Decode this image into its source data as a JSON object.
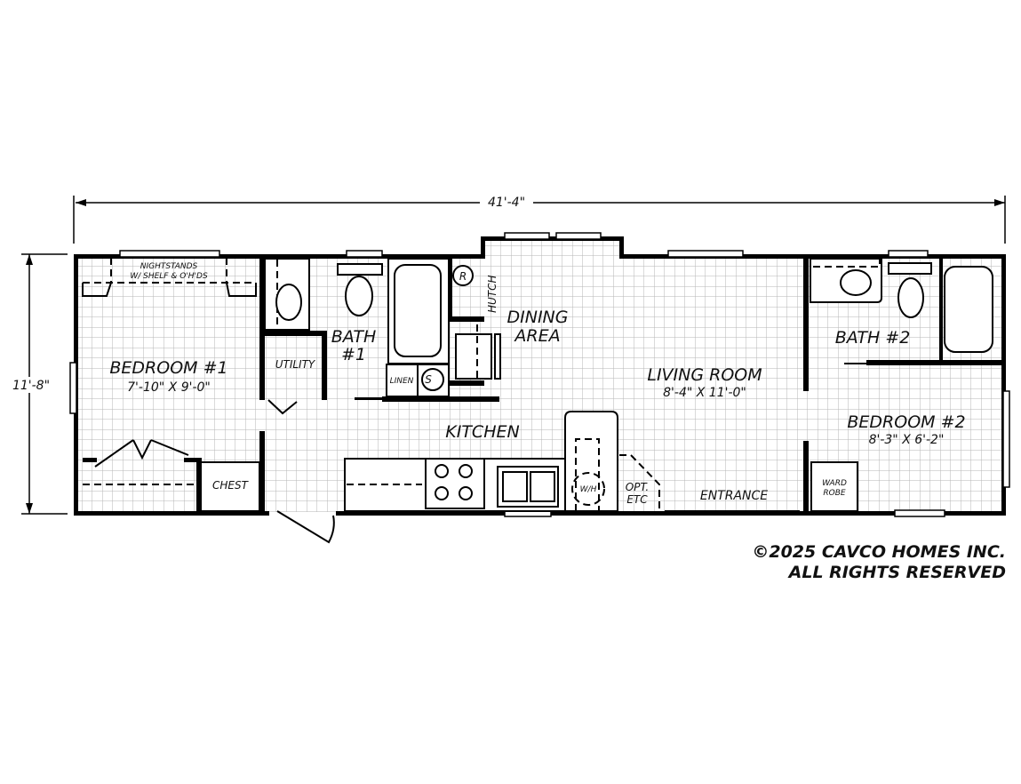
{
  "dimensions": {
    "overall_length": "41'-4\"",
    "overall_width": "11'-8\""
  },
  "rooms": {
    "bedroom1": {
      "name": "BEDROOM #1",
      "size": "7'-10\" X 9'-0\""
    },
    "nightstands": {
      "line1": "NIGHTSTANDS",
      "line2": "W/ SHELF & O'H'DS"
    },
    "utility": "UTILITY",
    "bath1": {
      "line1": "BATH",
      "line2": "#1"
    },
    "linen": "LINEN",
    "hutch": "HUTCH",
    "dining": {
      "line1": "DINING",
      "line2": "AREA"
    },
    "living": {
      "name": "LIVING ROOM",
      "size": "8'-4\" X 11'-0\""
    },
    "kitchen": "KITCHEN",
    "chest": "CHEST",
    "wh": "W/H",
    "opt": {
      "line1": "OPT.",
      "line2": "ETC"
    },
    "entrance": "ENTRANCE",
    "bath2": "BATH #2",
    "bedroom2": {
      "name": "BEDROOM #2",
      "size": "8'-3\" X 6'-2\""
    },
    "wardrobe": {
      "line1": "WARD",
      "line2": "ROBE"
    }
  },
  "fixture_symbols": {
    "refrigerator": "R",
    "sink": "S"
  },
  "copyright": {
    "line1": "©2025 CAVCO HOMES INC.",
    "line2": "ALL RIGHTS RESERVED"
  }
}
